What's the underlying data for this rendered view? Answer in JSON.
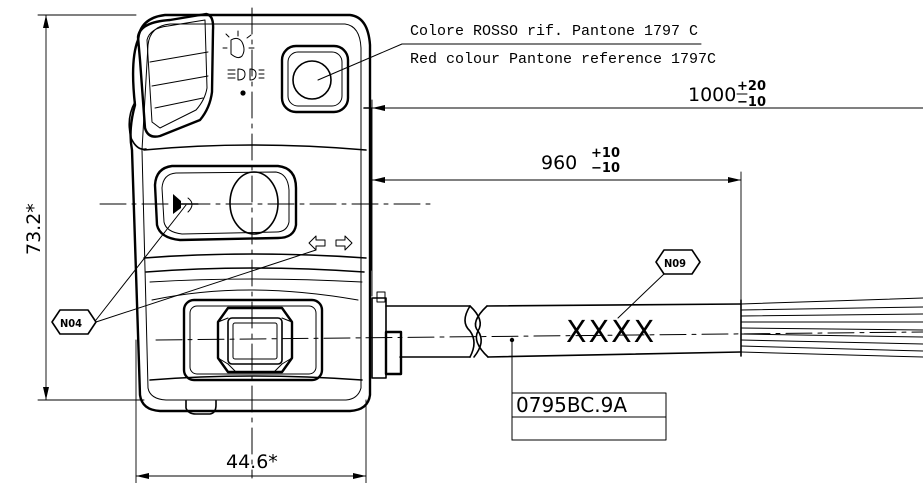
{
  "notes": {
    "colour_it": "Colore ROSSO rif. Pantone 1797 C",
    "colour_en": "Red colour Pantone reference 1797C"
  },
  "dimensions": {
    "cable_total": {
      "nominal": "1000",
      "tol_plus": "+20",
      "tol_minus": "−10"
    },
    "cable_sheath": {
      "nominal": "960",
      "tol_plus": "+10",
      "tol_minus": "−10"
    },
    "height": "73.2*",
    "width": "44.6*"
  },
  "tags": {
    "switch_tag": "N04",
    "cable_tag": "N09"
  },
  "cable_marking": "XXXX",
  "part_number": "0795BC.9A",
  "colors": {
    "line": "#000000",
    "background": "#ffffff"
  }
}
